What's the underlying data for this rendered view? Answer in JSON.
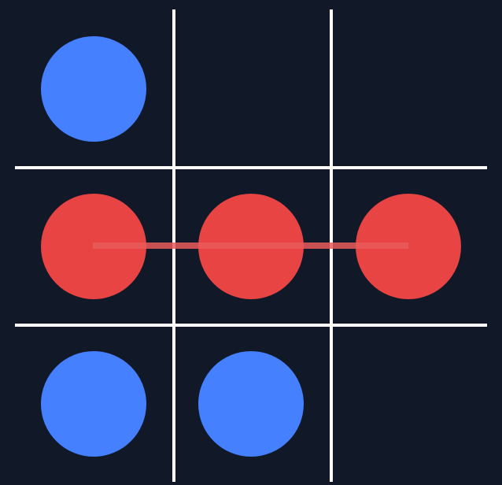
{
  "colors": {
    "background": "#111827",
    "grid": "#ffffff",
    "blue": "#4480ff",
    "red": "#e84444",
    "win_line": "#e95a5a"
  },
  "board": {
    "cells": [
      [
        "blue",
        "",
        ""
      ],
      [
        "red",
        "red",
        "red"
      ],
      [
        "blue",
        "blue",
        ""
      ]
    ],
    "winning_row": 1
  }
}
